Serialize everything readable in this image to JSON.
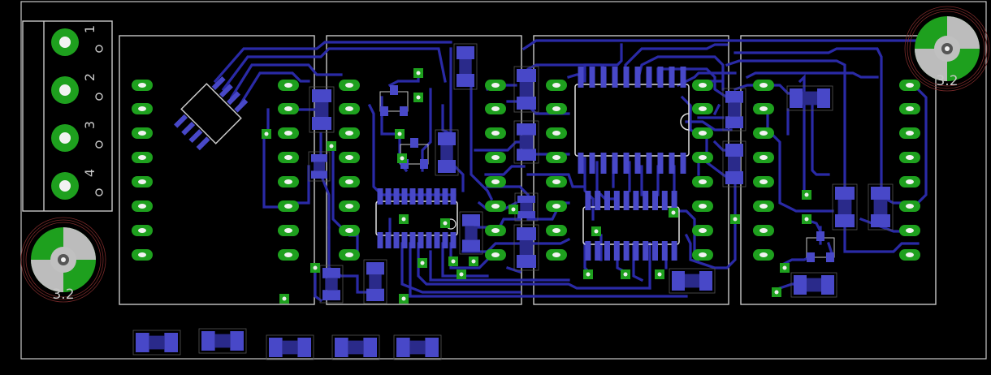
{
  "colors": {
    "background": "#000000",
    "outline": "#c8c8c8",
    "trace": "#2a2aa6",
    "pad_blue": "#4848c8",
    "pad_green": "#1ea01e",
    "hole": "#e8e8e8",
    "label": "#c8c8c8"
  },
  "connector": {
    "pin_labels": [
      "1",
      "2",
      "3",
      "4"
    ]
  },
  "mount_holes": {
    "label": "3.2"
  },
  "icons": {
    "mount_hole": "mounting-hole-icon",
    "pad": "smd-pad-icon",
    "via": "via-icon",
    "terminal": "screw-terminal-icon"
  }
}
